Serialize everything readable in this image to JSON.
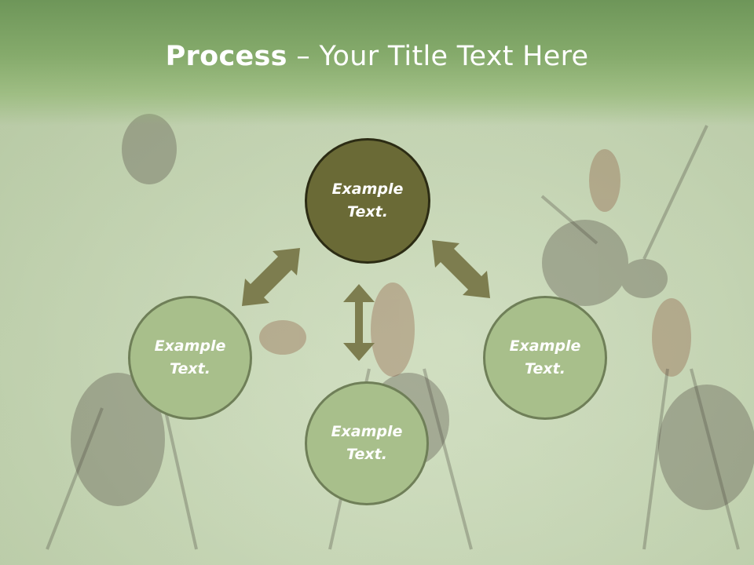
{
  "title": {
    "bold": "Process",
    "rest": " – Your Title Text Here"
  },
  "nodes": {
    "top": "Example Text.",
    "left": "Example Text.",
    "bottom": "Example Text.",
    "right": "Example Text."
  },
  "colors": {
    "header": "#7ea364",
    "center_fill": "#6a6a36",
    "center_border": "#2c2c14",
    "node_fill": "#a8bf8b",
    "node_border": "#6f7f58",
    "arrow": "#7d7d4f"
  }
}
